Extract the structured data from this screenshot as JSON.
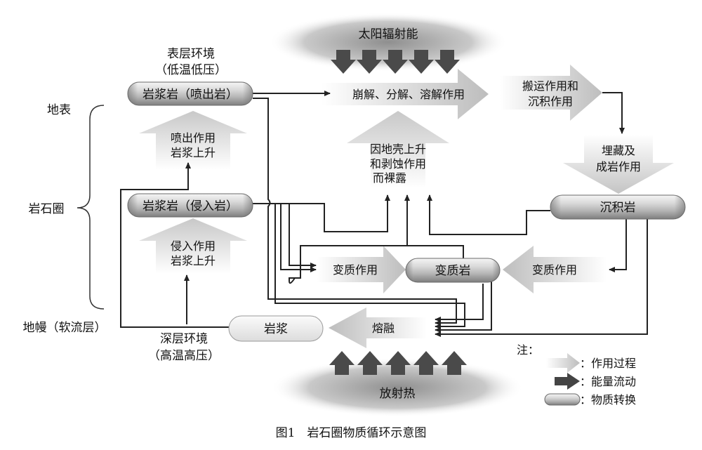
{
  "energy": {
    "solar": "太阳辐射能",
    "radiogenic": "放射热"
  },
  "nodes": {
    "extrusive": "岩浆岩（喷出岩）",
    "intrusive": "岩浆岩（侵入岩）",
    "sedimentary": "沉积岩",
    "metamorphic": "变质岩",
    "magma": "岩浆"
  },
  "processes": {
    "weathering": "崩解、分解、溶解作用",
    "transport": [
      "搬运作用和",
      "沉积作用"
    ],
    "lithification": [
      "埋藏及",
      "成岩作用"
    ],
    "uplift": [
      "因地壳上升",
      "和剥蚀作用",
      "而裸露"
    ],
    "eruption": [
      "喷出作用",
      "岩浆上升"
    ],
    "intrusion": [
      "侵入作用",
      "岩浆上升"
    ],
    "metamorphism_left": "变质作用",
    "metamorphism_right": "变质作用",
    "melting": "熔融"
  },
  "environments": {
    "surface": [
      "表层环境",
      "（低温低压）"
    ],
    "deep": [
      "深层环境",
      "（高温高压）"
    ]
  },
  "zones": {
    "earth_surface": "地表",
    "lithosphere": "岩石圈",
    "mantle": "地幔（软流层）"
  },
  "legend": {
    "title": "注：",
    "process": "：作用过程",
    "energy": "：能量流动",
    "material": "：物质转换"
  },
  "caption": "图1　岩石圈物质循环示意图"
}
